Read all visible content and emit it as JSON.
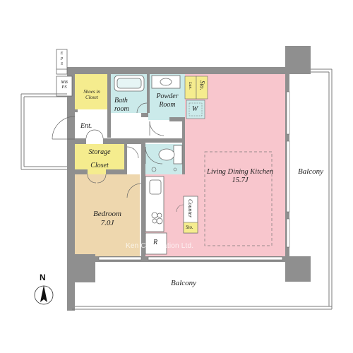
{
  "rooms": {
    "shoes_closet": [
      "Shoes in",
      "Closet"
    ],
    "bathroom": [
      "Bath",
      "room"
    ],
    "powder_room": [
      "Powder",
      "Room"
    ],
    "laundry": "Lan.",
    "storage_top": "Sto.",
    "washer": "W",
    "entrance": "Ent.",
    "storage": "Storage",
    "closet": "Closet",
    "bedroom": [
      "Bedroom",
      "7.0J"
    ],
    "ldk": [
      "Living Dining Kitchen",
      "15.7J"
    ],
    "counter": "Counter",
    "storage_small": "Sto.",
    "refrigerator": "R",
    "balcony_right": "Balcony",
    "balcony_bottom": "Balcony",
    "eps": [
      "E",
      "P",
      "S"
    ],
    "mbps": [
      "MB",
      "PS"
    ]
  },
  "compass": "N",
  "watermark": "Ken Corporation Ltd.",
  "colors": {
    "ldk": "#f8c6cd",
    "wet_area": "#cbeaea",
    "bedroom": "#eed7ae",
    "closet": "#f5ec8e",
    "wall": "#8f8f8f",
    "outline": "#6a6a6a"
  }
}
